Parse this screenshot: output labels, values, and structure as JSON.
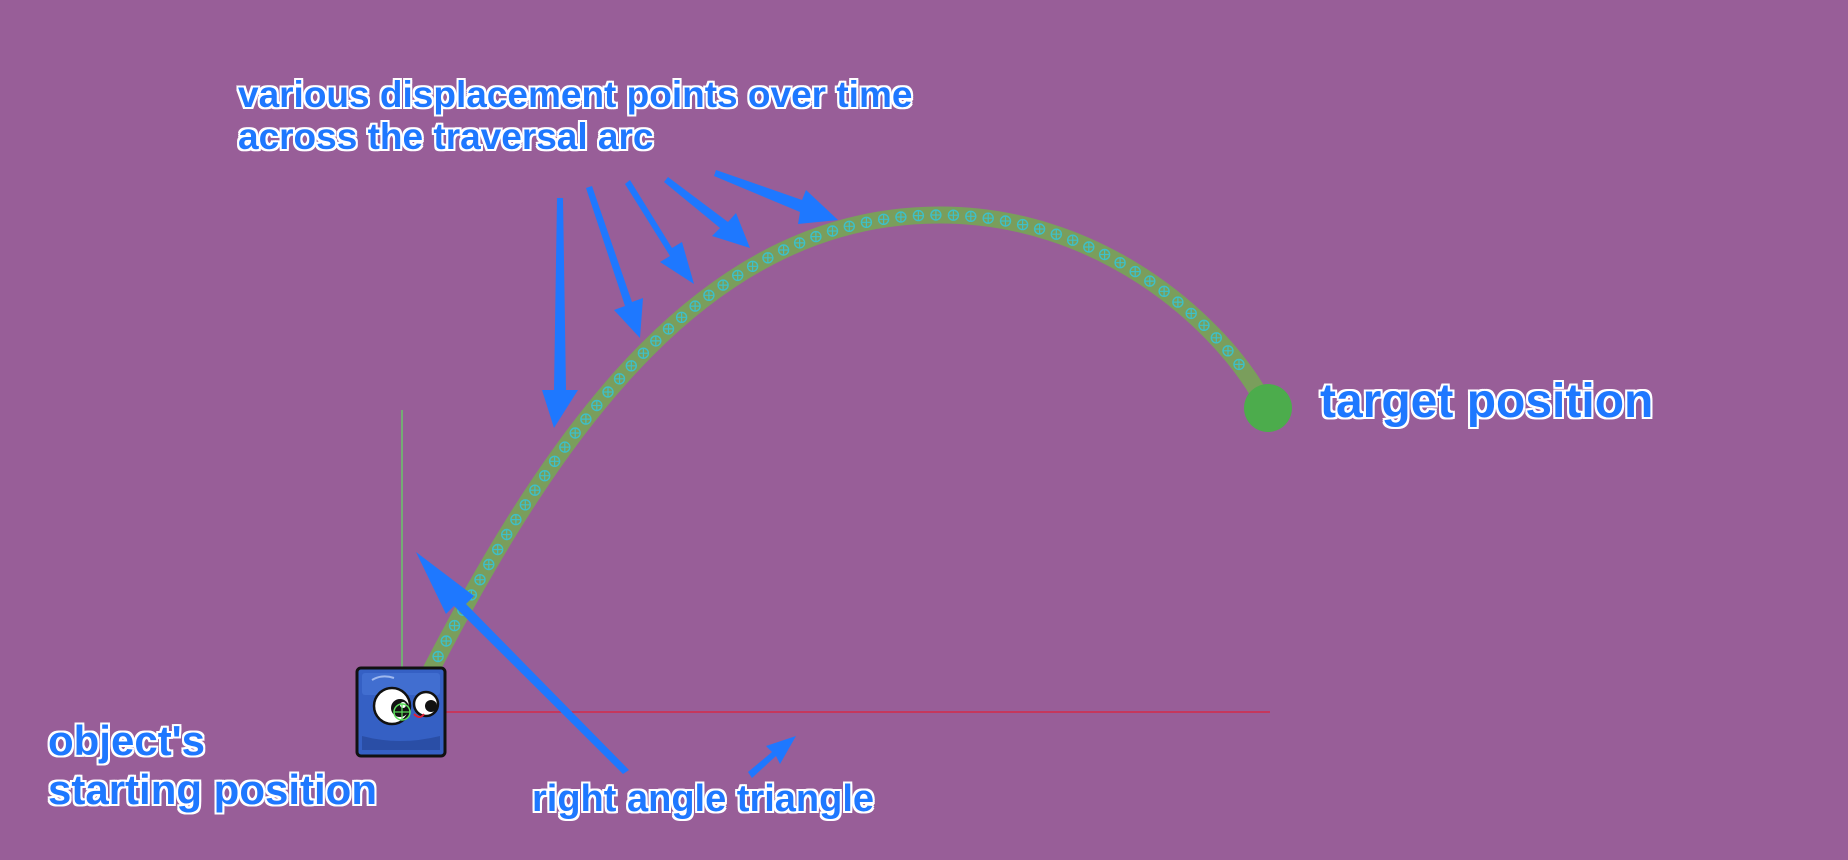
{
  "labels": {
    "displacement_points": [
      "various displacement points over time",
      "across the traversal arc"
    ],
    "target_position": "target position",
    "starting_position": [
      "object's",
      "starting position"
    ],
    "right_angle_triangle": "right angle triangle"
  },
  "colors": {
    "background": "#985e98",
    "label_text": "#1e78ff",
    "label_outline": "#ffffff",
    "arc": "#7a9e5c",
    "point_marker": "#3ec0c8",
    "target_dot": "#4cac4c",
    "arrow": "#1e78ff",
    "horizontal_leg": "#e0203a",
    "vertical_leg": "#5de05d",
    "character_body": "#3560c4"
  },
  "icons": {
    "start_object": "blue-square-character-icon",
    "target": "green-circle-icon",
    "point_marker": "crosshair-circle-icon"
  }
}
